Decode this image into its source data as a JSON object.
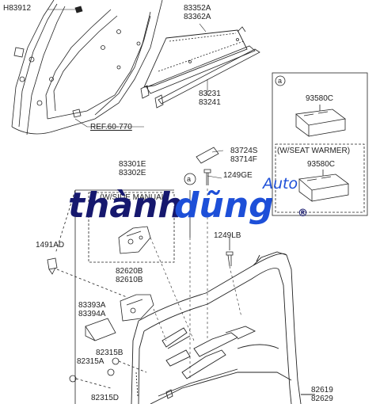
{
  "labels": {
    "h83912": "H83912",
    "p83352a": "83352A",
    "p83362a": "83362A",
    "p83231": "83231",
    "p83241": "83241",
    "ref": "REF.60-770",
    "p83724s": "83724S",
    "p83714f": "83714F",
    "p1249ge": "1249GE",
    "p83301e": "83301E",
    "p83302e": "83302E",
    "side_manual": "(W/SIDE MANUAL",
    "p1491ad": "1491AD",
    "p1249lb": "1249LB",
    "p82620b": "82620B",
    "p82610b": "82610B",
    "p83393a": "83393A",
    "p83394a": "83394A",
    "p82315b": "82315B",
    "p82315a": "82315A",
    "p82315d": "82315D",
    "p82619": "82619",
    "p82629": "82629"
  },
  "box_a": {
    "marker": "a",
    "part_top": "93580C",
    "seat_warmer": "(W/SEAT WARMER)",
    "part_bottom": "93580C"
  },
  "callout_a": "a",
  "watermark": {
    "brand_part1": "thành",
    "brand_part2": "dũng",
    "auto": "Auto",
    "registered": "®",
    "color_dark": "#16186e",
    "color_blue": "#1d4fd8"
  }
}
